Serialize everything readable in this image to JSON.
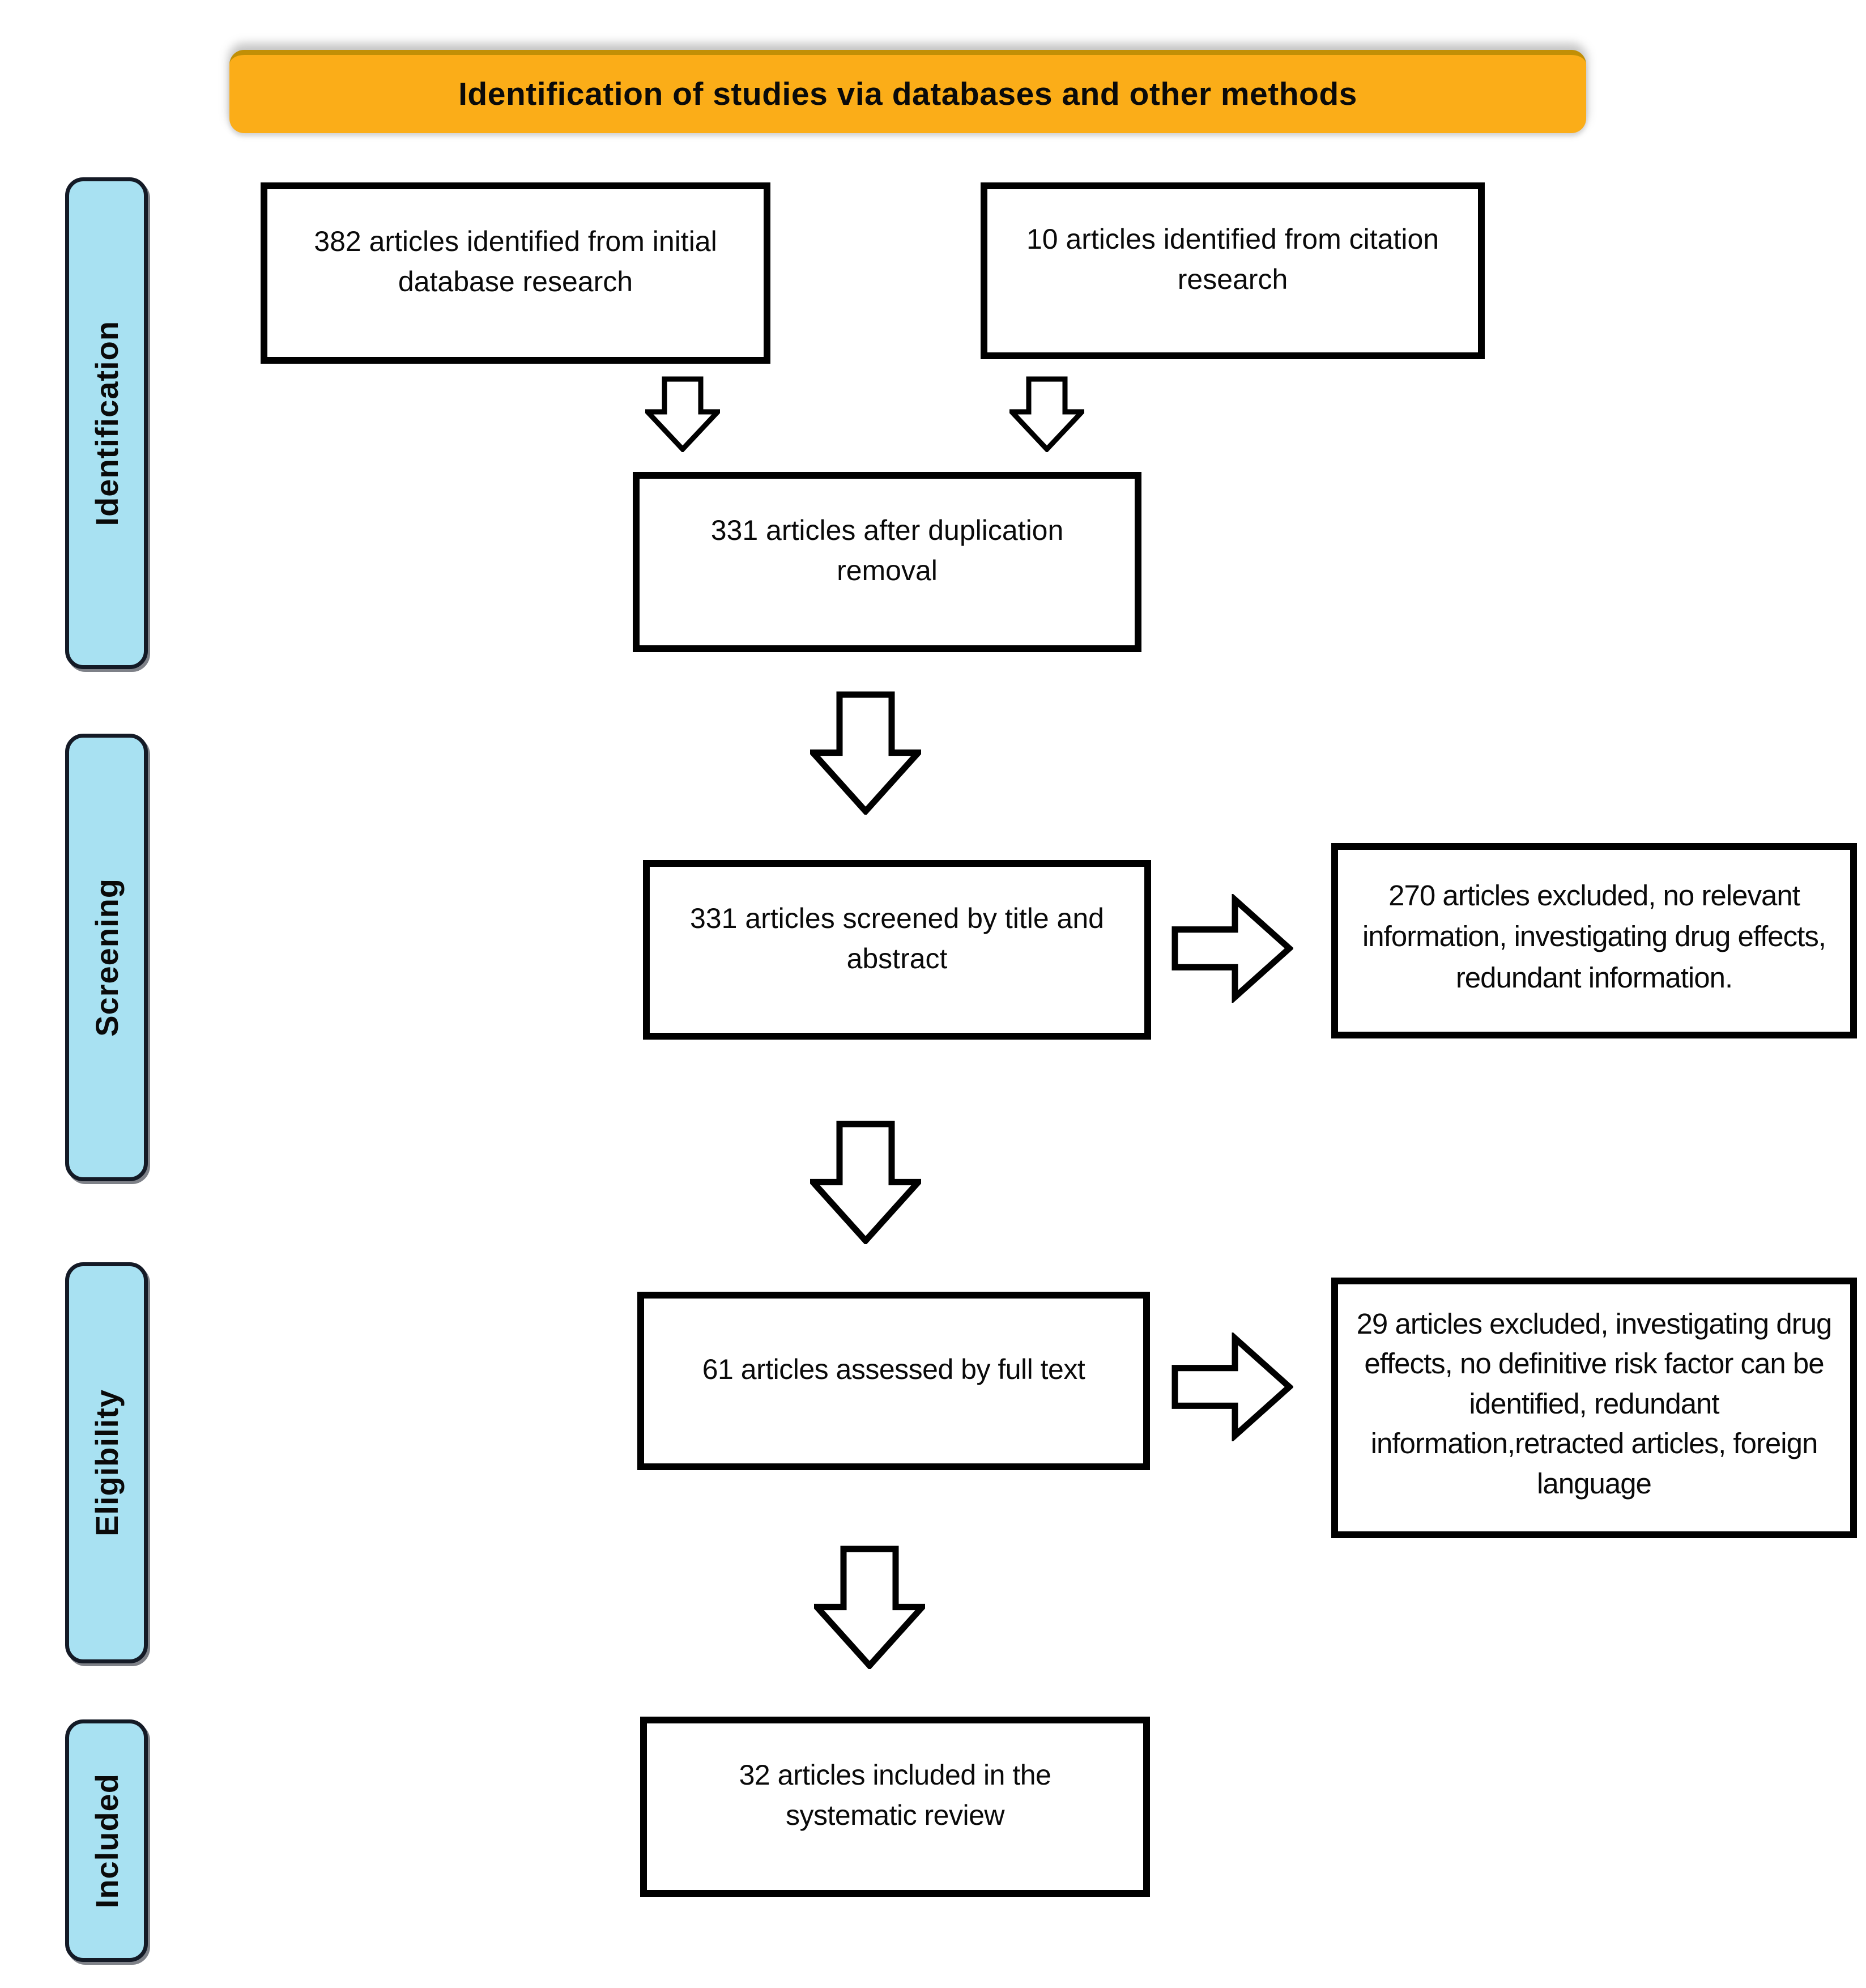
{
  "title": "Identification of studies via databases and other methods",
  "colors": {
    "banner_fill": "#FBAD18",
    "banner_edge": "#C18F06",
    "stage_fill": "#A8E1F2",
    "stage_border": "#141A26",
    "box_border": "#000000",
    "box_fill": "#FFFFFF"
  },
  "stages": [
    {
      "label": "Identification"
    },
    {
      "label": "Screening"
    },
    {
      "label": "Eligibility"
    },
    {
      "label": "Included"
    }
  ],
  "boxes": {
    "db_identified": "382 articles identified from initial database research",
    "citation_identified": "10 articles identified from citation research",
    "after_dedup": "331 articles after duplication removal",
    "screened": "331 articles screened by title and abstract",
    "excluded_screening": "270 articles excluded, no relevant information, investigating drug effects, redundant information.",
    "fulltext_assessed": "61 articles assessed by full text",
    "excluded_fulltext": "29 articles excluded, investigating drug effects, no definitive risk factor can be identified, redundant information,retracted articles, foreign language",
    "included": "32 articles included in the systematic review"
  },
  "icons": {
    "down_arrow": "⇩",
    "right_arrow": "⇨"
  }
}
